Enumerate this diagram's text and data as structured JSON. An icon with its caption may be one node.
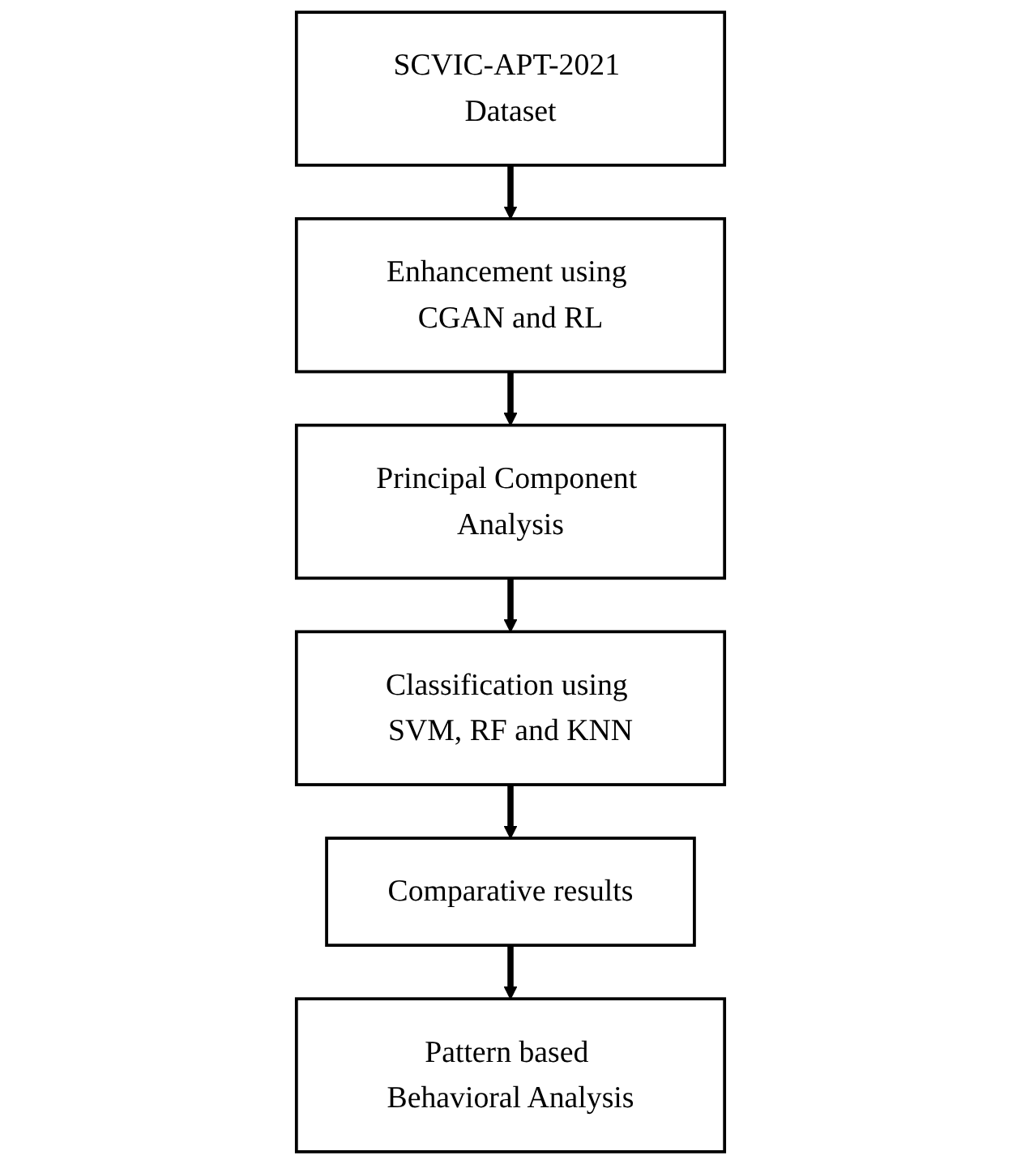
{
  "diagram": {
    "nodes": [
      {
        "text": [
          "SCVIC-APT-2021 Dataset"
        ]
      },
      {
        "text": [
          "Enhancement using CGAN and RL"
        ]
      },
      {
        "text": [
          "Principal Component Analysis"
        ]
      },
      {
        "text": [
          "Classification using SVM, RF and KNN"
        ]
      },
      {
        "text": [
          "Comparative results"
        ]
      },
      {
        "text": [
          "Pattern based Behavioral Analysis"
        ]
      }
    ],
    "edges": [
      {
        "from": 0,
        "to": 1,
        "arrow": "to"
      },
      {
        "from": 1,
        "to": 2,
        "arrow": "to"
      },
      {
        "from": 2,
        "to": 3,
        "arrow": "to"
      },
      {
        "from": 3,
        "to": 4,
        "arrow": "to"
      },
      {
        "from": 4,
        "to": 5,
        "arrow": "to"
      }
    ]
  }
}
